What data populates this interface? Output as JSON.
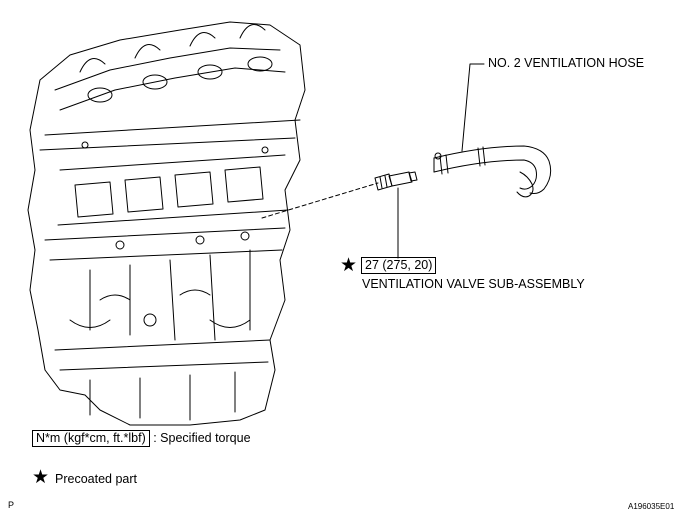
{
  "callouts": {
    "hose_label": "NO. 2 VENTILATION HOSE",
    "torque_value": "27 (275, 20)",
    "valve_label": "VENTILATION VALVE SUB-ASSEMBLY"
  },
  "legend": {
    "torque_box": "N*m (kgf*cm, ft.*lbf)",
    "torque_desc": ": Specified torque",
    "precoat_desc": "Precoated part",
    "star_symbol": "★"
  },
  "footer": {
    "corner_letter": "P",
    "figure_id": "A196035E01"
  }
}
